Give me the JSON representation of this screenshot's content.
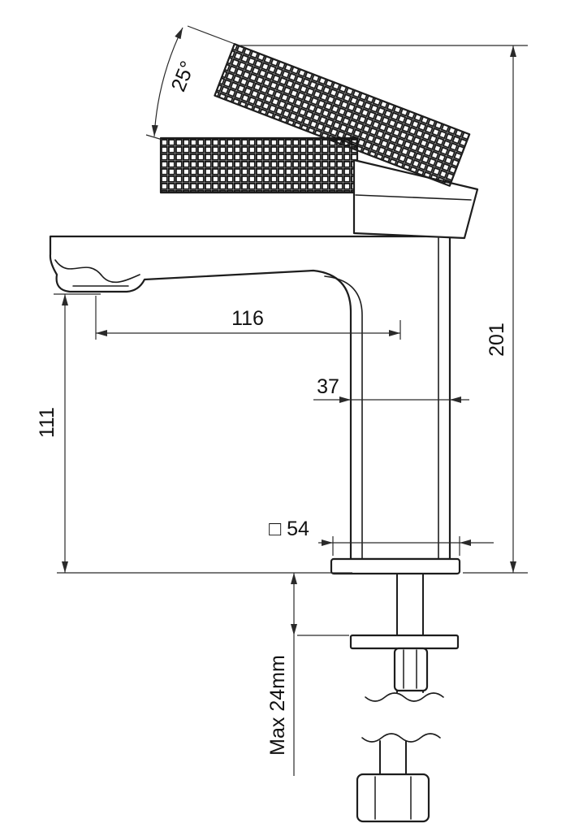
{
  "drawing": {
    "type": "basin-mixer-faucet-technical-drawing",
    "labels": {
      "handle_angle": "25°",
      "spout_reach": "116",
      "overall_height": "201",
      "spout_height": "111",
      "body_width": "37",
      "base_width": "□ 54",
      "max_mounting_thickness": "Max 24mm"
    },
    "colors": {
      "line": "#1d1d1d",
      "dimension_line": "#2a2a2a",
      "background": "#ffffff"
    }
  }
}
